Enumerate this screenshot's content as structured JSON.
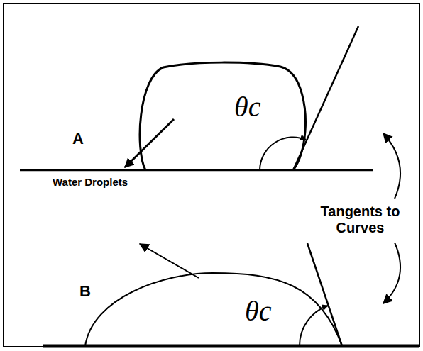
{
  "diagram": {
    "labels": [
      "A",
      "θc",
      "Tangents to Curves",
      "Water Droplets",
      "B",
      "θc"
    ]
  }
}
